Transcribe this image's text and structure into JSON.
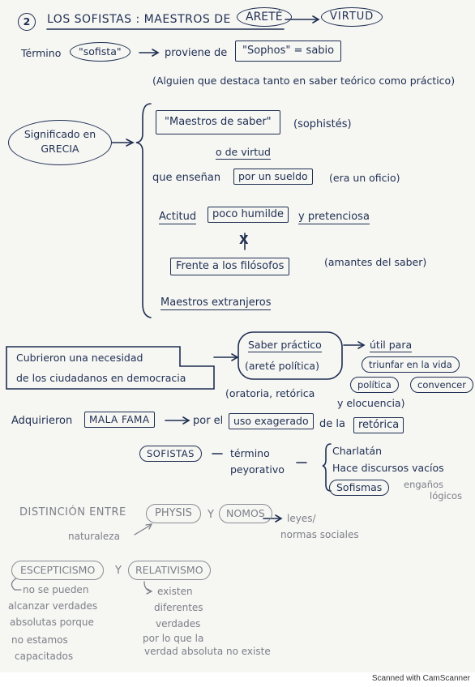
{
  "title": {
    "number": "2",
    "main": "LOS SOFISTAS : MAESTROS DE",
    "arete": "ARETÉ",
    "virtud": "VIRTUD"
  },
  "termino": {
    "label": "Término",
    "sofista": "\"sofista\"",
    "proviene": "proviene de",
    "sophos": "\"Sophos\" = sabio",
    "definition": "(Alguien que destaca tanto en saber teórico como práctico)"
  },
  "significado": {
    "label_line1": "Significado en",
    "label_line2": "GRECIA",
    "maestros_saber": "\"Maestros de saber\"",
    "sophistes": "(sophistés)",
    "o_de_virtud": "o de virtud",
    "que_ensenan": "que enseñan",
    "sueldo": "por un sueldo",
    "oficio": "(era un oficio)",
    "actitud": "Actitud",
    "humilde": "poco humilde",
    "pretenciosa": "y pretenciosa",
    "x_mark": "X",
    "frente": "Frente a los filósofos",
    "amantes": "(amantes del saber)",
    "extranjeros": "Maestros extranjeros"
  },
  "necesidad": {
    "line1": "Cubrieron una necesidad",
    "line2": "de los ciudadanos en democracia",
    "saber_practico": "Saber práctico",
    "arete_politica": "(areté política)",
    "util_para": "útil para",
    "triunfar": "triunfar en la vida",
    "politica": "política",
    "convencer": "convencer",
    "oratoria": "(oratoria, retórica",
    "elocuencia": "y elocuencia)"
  },
  "fama": {
    "adquirieron": "Adquirieron",
    "mala_fama": "MALA FAMA",
    "por_el": "por el",
    "uso_exagerado": "uso exagerado",
    "de_la": "de la",
    "retorica": "retórica"
  },
  "sofistas_term": {
    "sofistas": "SOFISTAS",
    "termino": "término",
    "peyorativo": "peyorativo",
    "charlatan": "Charlatán",
    "hace_discursos": "Hace discursos vacíos",
    "sofismas": "Sofismas",
    "enganos": "engaños",
    "logicos": "lógicos"
  },
  "distincion": {
    "label": "DISTINCIÓN ENTRE",
    "physis": "PHYSIS",
    "y": "Y",
    "nomos": "NOMOS",
    "naturaleza": "naturaleza",
    "leyes": "leyes/",
    "normas": "normas sociales"
  },
  "escepticismo": {
    "esc": "ESCEPTICISMO",
    "y": "Y",
    "rel": "RELATIVISMO",
    "esc_lines": [
      "no se pueden",
      "alcanzar verdades",
      "absolutas porque",
      "no estamos",
      "capacitados"
    ],
    "rel_lines": [
      "existen",
      "diferentes",
      "verdades",
      "por lo que la",
      "verdad absoluta no existe"
    ]
  },
  "footer": "Scanned with CamScanner"
}
